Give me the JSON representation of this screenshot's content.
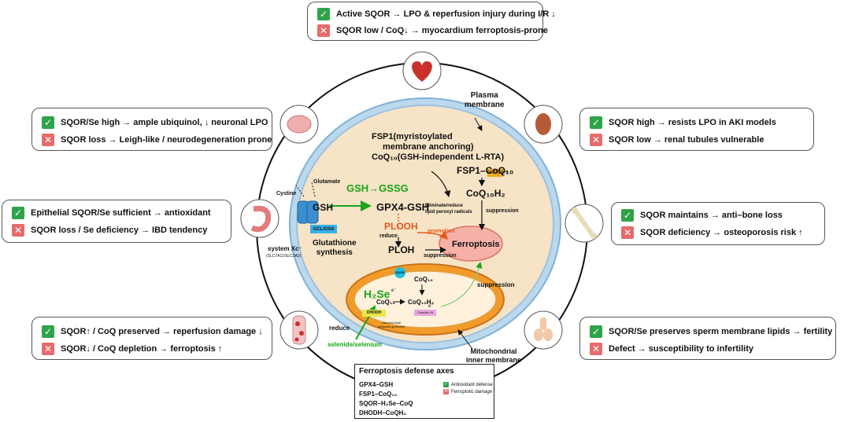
{
  "top_box": {
    "items": [
      {
        "kind": "check",
        "text": "Active SQOR → LPO & reperfusion injury during I/R ↓"
      },
      {
        "kind": "cross",
        "text": "SQOR low / CoQ↓ → myocardium ferroptosis-prone"
      }
    ]
  },
  "left_boxes": [
    {
      "organ": "brain",
      "items": [
        {
          "kind": "check",
          "text": "SQOR/Se high → ample ubiquinol, ↓ neuronal LPO"
        },
        {
          "kind": "cross",
          "text": "SQOR loss → Leigh-like / neurodegeneration prone"
        }
      ]
    },
    {
      "organ": "stomach",
      "items": [
        {
          "kind": "check",
          "text": "Epithelial SQOR/Se sufficient → antioxidant"
        },
        {
          "kind": "cross",
          "text": "SQOR loss / Se deficiency → IBD tendency"
        }
      ]
    },
    {
      "organ": "vessel",
      "items": [
        {
          "kind": "check",
          "text": "SQOR↑ / CoQ preserved → reperfusion damage ↓"
        },
        {
          "kind": "cross",
          "text": "SQOR↓ / CoQ depletion → ferroptosis ↑"
        }
      ]
    }
  ],
  "right_boxes": [
    {
      "organ": "kidney",
      "items": [
        {
          "kind": "check",
          "text": "SQOR high → resists LPO in AKI models"
        },
        {
          "kind": "cross",
          "text": "SQOR low → renal tubules vulnerable"
        }
      ]
    },
    {
      "organ": "bone",
      "items": [
        {
          "kind": "check",
          "text": "SQOR maintains → anti–bone loss"
        },
        {
          "kind": "cross",
          "text": "SQOR deficiency → osteoporosis risk ↑"
        }
      ]
    },
    {
      "organ": "reproductive",
      "items": [
        {
          "kind": "check",
          "text": "SQOR/Se preserves sperm membrane lipids → fertility"
        },
        {
          "kind": "cross",
          "text": "Defect → susceptibility to infertility"
        }
      ]
    }
  ],
  "cell": {
    "plasma_membrane": "Plasma\nmembrane",
    "fsp1_block_1": "FSP1(myristoylated",
    "fsp1_block_2": "membrane anchoring)",
    "fsp1_block_3": "CoQ₁₀(GSH-independent L-RTA)",
    "fsp1_coq": "FSP1–CoQ₁₀",
    "nadph": "NAD(P)H",
    "coqh2": "CoQ₁₀H₂",
    "eliminate_1": "Eliminate/reduce",
    "eliminate_2": "lipid peroxyl radicals",
    "suppression_1": "suppression",
    "suppression_2": "suppression",
    "suppression_3": "suppression",
    "promotion": "promotion",
    "ferroptosis": "Ferroptosis",
    "gsh_gssg": "GSH→GSSG",
    "gpx4_gsh": "GPX4-GSH",
    "plooh": "PLOOH",
    "reduce": "reduce",
    "ploh": "PLOH",
    "gsh": "GSH",
    "glutamate": "Glutamate",
    "cystine": "Cystine",
    "gcl_gss": "GCL/GSS",
    "glutathione_1": "Glutathione",
    "glutathione_2": "synthesis",
    "system_xc": "system Xc⁻",
    "system_xc_sub": "(SLC7A11/SLC3A2)",
    "sqor": "SQOR",
    "coq10_mito": "CoQ₁₀",
    "e1": "e⁻",
    "e2": "e⁻",
    "h2se": "H₂Se",
    "coq10_left": "CoQ₁₀",
    "coq10h2_mito": "CoQ₁₀H₂",
    "dhodh": "DHODH",
    "complex3": "Complex III",
    "mito_gen_1": "mitochondrial",
    "mito_gen_2": "ubiquinol generator",
    "reduce_mito": "reduce",
    "selenide": "selenide/selenium",
    "mito_inner_1": "Mitochondrial",
    "mito_inner_2": "inner membrane"
  },
  "legend": {
    "title": "Ferroptosis defense axes",
    "items": [
      "GPX4–GSH",
      "FSP1–CoQ₁₀",
      "SQOR–H₂Se–CoQ",
      "DHODH–CoQH₂"
    ],
    "key_check": "Antioxidant defense",
    "key_cross": "Ferroptotic damage"
  },
  "icons": {
    "check": "✓",
    "cross": "✕"
  },
  "colors": {
    "check": "#2fa34a",
    "cross": "#e66b6b",
    "gsh_green": "#1aa51a",
    "plooh_red": "#e8581e",
    "cell_fill": "#f7e3c6",
    "membrane": "#7fb2d8"
  }
}
